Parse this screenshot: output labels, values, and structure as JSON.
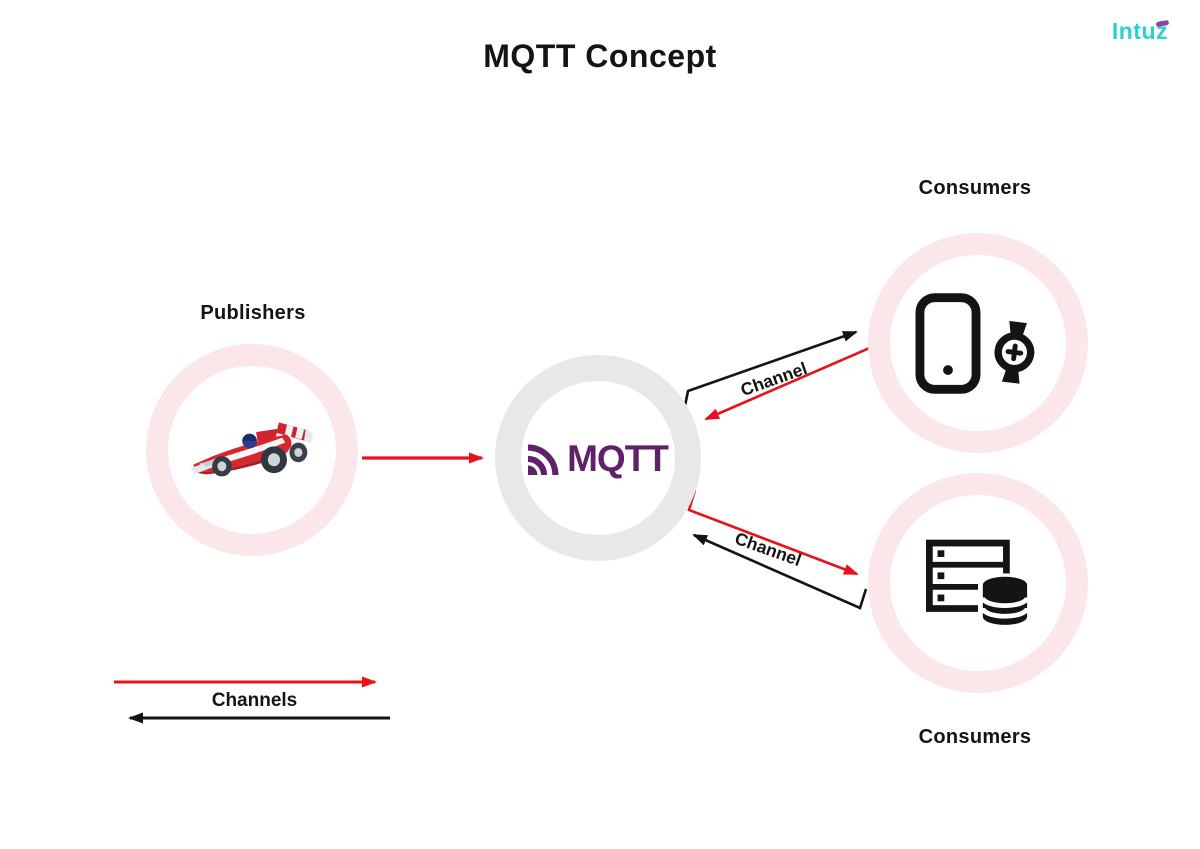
{
  "header": {
    "title": "MQTT Concept",
    "brand": {
      "name": "Intuz",
      "text_main": "Intu",
      "text_accent": "z",
      "color_primary": "#2bd0d3",
      "color_accent": "#8b44a4"
    }
  },
  "nodes": {
    "publishers": {
      "label": "Publishers",
      "icon": "race-car-icon",
      "ring_color": "#fbe7e9"
    },
    "broker": {
      "label": "MQTT",
      "icon": "mqtt-signal-arcs-icon",
      "ring_color": "#e8e8e8",
      "wordmark_color": "#5f2167"
    },
    "consumers_top": {
      "label": "Consumers",
      "icons": [
        "smartphone-icon",
        "smartwatch-icon"
      ],
      "ring_color": "#fbe7e9"
    },
    "consumers_bottom": {
      "label": "Consumers",
      "icons": [
        "server-rack-icon",
        "database-icon"
      ],
      "ring_color": "#fbe7e9"
    }
  },
  "edges": {
    "publisher_to_broker": {
      "color": "#e8121c"
    },
    "channel_top": {
      "label": "Channel",
      "to_consumer_color": "#141414",
      "to_broker_color": "#e8121c"
    },
    "channel_bottom": {
      "label": "Channel",
      "to_consumer_color": "#e8121c",
      "to_broker_color": "#141414"
    }
  },
  "legend": {
    "label": "Channels",
    "forward_color": "#e8121c",
    "backward_color": "#141414"
  }
}
